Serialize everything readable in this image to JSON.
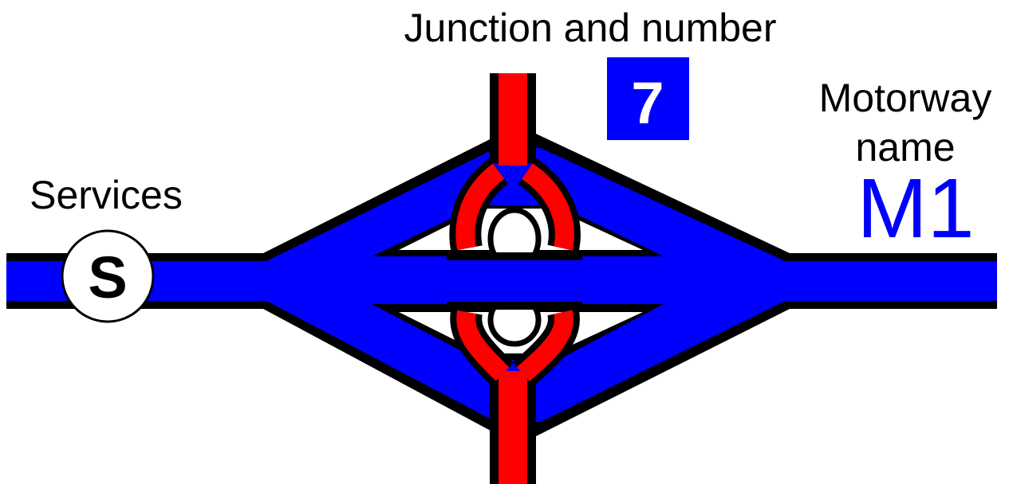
{
  "labels": {
    "junction_caption": "Junction and number",
    "junction_number": "7",
    "motorway_caption_line1": "Motorway",
    "motorway_caption_line2": "name",
    "motorway_name": "M1",
    "services_caption": "Services",
    "services_symbol": "S"
  },
  "colors": {
    "motorway": "#0000ff",
    "junction_road": "#ff0000",
    "outline": "#000000",
    "junction_box": "#0000ff",
    "junction_number_text": "#ffffff",
    "motorway_name_text": "#0000ff",
    "services_circle": "#ffffff"
  },
  "icons": {
    "services": "services-circle-icon",
    "junction": "junction-number-box"
  }
}
